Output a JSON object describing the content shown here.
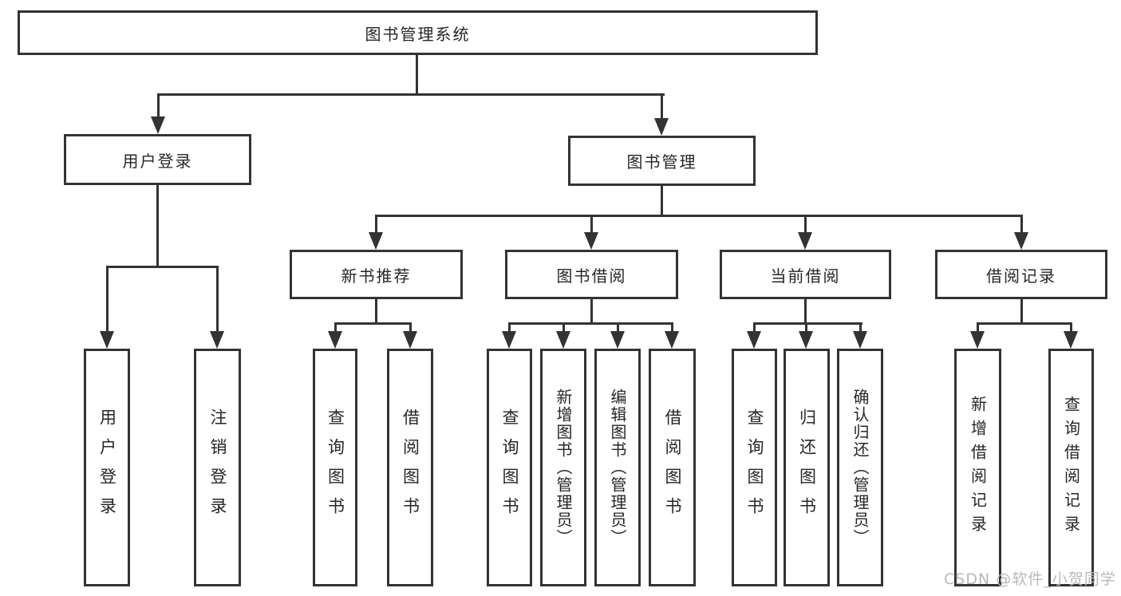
{
  "diagram": {
    "title_node": {
      "label": "图书管理系统"
    },
    "level2": [
      {
        "id": "user-login",
        "label": "用户登录"
      },
      {
        "id": "book-management",
        "label": "图书管理"
      }
    ],
    "level3": [
      {
        "id": "new-book-recommend",
        "label": "新书推荐"
      },
      {
        "id": "book-borrow",
        "label": "图书借阅"
      },
      {
        "id": "current-borrow",
        "label": "当前借阅"
      },
      {
        "id": "borrow-records",
        "label": "借阅记录"
      }
    ],
    "leaves": [
      {
        "id": "user-login-leaf",
        "label": "用户登录"
      },
      {
        "id": "logout-leaf",
        "label": "注销登录"
      },
      {
        "id": "query-books-recommend",
        "label": "查询图书"
      },
      {
        "id": "borrow-books-recommend",
        "label": "借阅图书"
      },
      {
        "id": "query-books-borrow",
        "label": "查询图书"
      },
      {
        "id": "add-books-admin",
        "label": "新增图书（管理员）"
      },
      {
        "id": "edit-books-admin",
        "label": "编辑图书（管理员）"
      },
      {
        "id": "borrow-books",
        "label": "借阅图书"
      },
      {
        "id": "query-books-current",
        "label": "查询图书"
      },
      {
        "id": "return-books",
        "label": "归还图书"
      },
      {
        "id": "confirm-return-admin",
        "label": "确认归还（管理员）"
      },
      {
        "id": "add-borrow-record",
        "label": "新增借阅记录"
      },
      {
        "id": "query-borrow-record",
        "label": "查询借阅记录"
      }
    ]
  },
  "watermark": {
    "text": "CSDN @软件_小贺同学"
  },
  "colors": {
    "line": "#333333",
    "text": "#262626",
    "watermark": "#b9b9b9",
    "background": "#ffffff"
  }
}
